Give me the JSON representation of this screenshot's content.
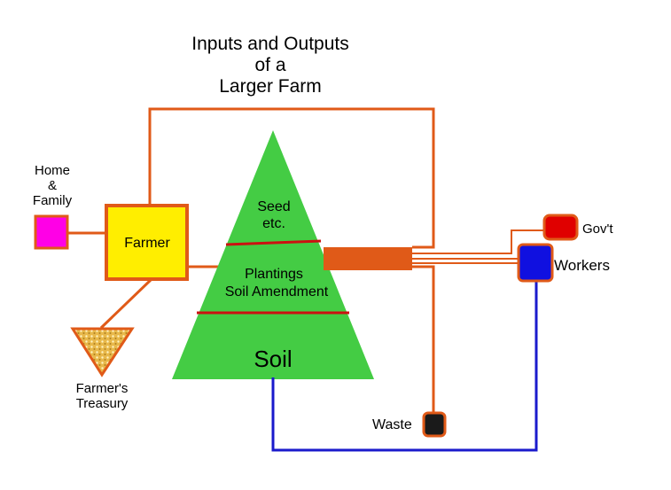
{
  "title": {
    "line1": "Inputs and Outputs",
    "line2": "of a",
    "line3": "Larger Farm"
  },
  "nodes": {
    "home_family": {
      "line1": "Home",
      "line2": "&",
      "line3": "Family",
      "color": "#ff00e6"
    },
    "farmer": {
      "label": "Farmer",
      "color": "#ffee00"
    },
    "treasury": {
      "line1": "Farmer's",
      "line2": "Treasury",
      "color": "#e8b84a"
    },
    "govt": {
      "label": "Gov't",
      "color": "#e00000"
    },
    "workers": {
      "label": "Workers",
      "color": "#1010e0"
    },
    "waste": {
      "label": "Waste",
      "color": "#1a1a1a"
    }
  },
  "pyramid": {
    "top_layer": {
      "line1": "Seed",
      "line2": "etc."
    },
    "middle_layer": {
      "line1": "Plantings",
      "line2": "Soil Amendment"
    },
    "bottom_layer": {
      "label": "Soil"
    },
    "fill_color": "#44cc44",
    "divider_color": "#cc1111"
  },
  "colors": {
    "flow_line": "#e05a18",
    "soil_line": "#1a1acc",
    "outline": "#e05a18"
  }
}
